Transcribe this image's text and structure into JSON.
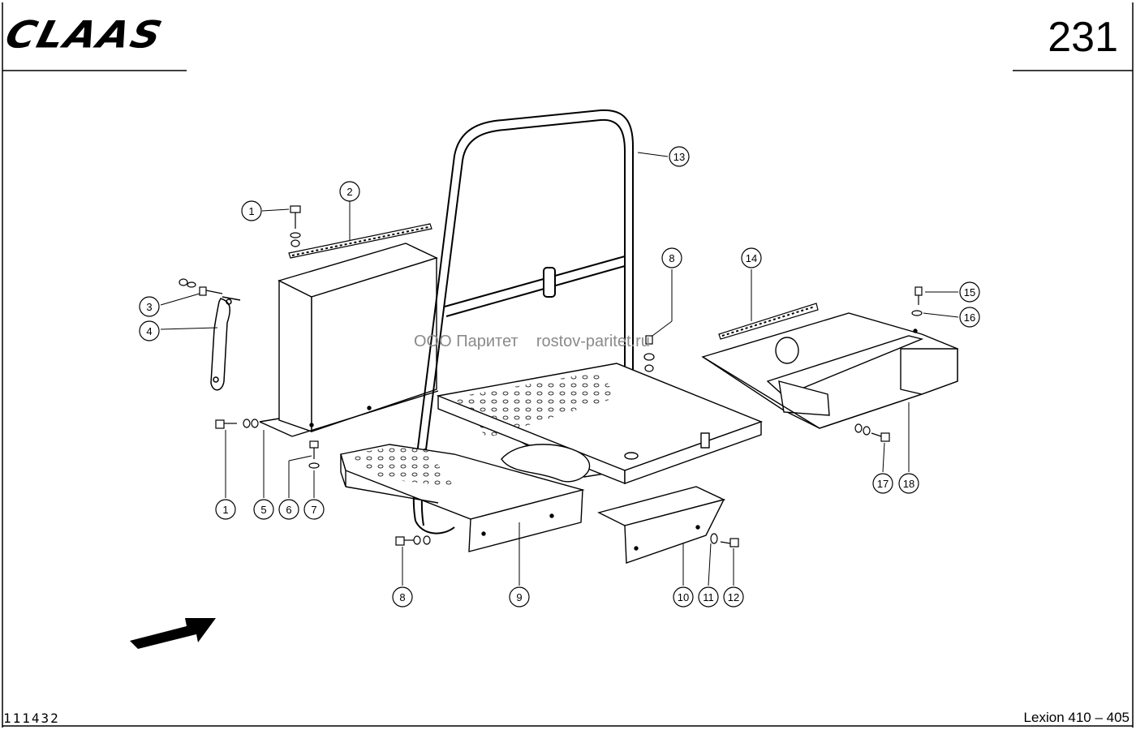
{
  "header": {
    "logo_text": "CLAAS",
    "page_number": "231"
  },
  "footer": {
    "drawing_number": "111432",
    "model": "Lexion 410 – 405"
  },
  "watermark": {
    "company": "ООО Паритет",
    "site": "rostov-paritet.ru"
  },
  "callouts": [
    "1",
    "2",
    "1",
    "3",
    "4",
    "5",
    "6",
    "7",
    "8",
    "8",
    "9",
    "10",
    "11",
    "12",
    "13",
    "14",
    "15",
    "16",
    "17",
    "18"
  ]
}
